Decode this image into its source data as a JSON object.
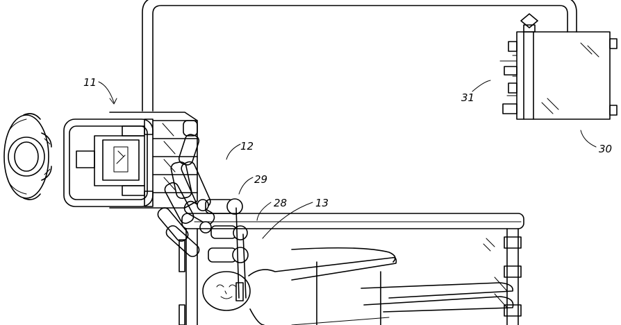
{
  "figure": {
    "reference_numerals": {
      "surgeon_console": "11",
      "patient_side_cart": "12",
      "patient": "13",
      "auxiliary_cart": "30",
      "auxiliary_unit": "31",
      "arm_29": "29",
      "arm_28": "28"
    }
  }
}
